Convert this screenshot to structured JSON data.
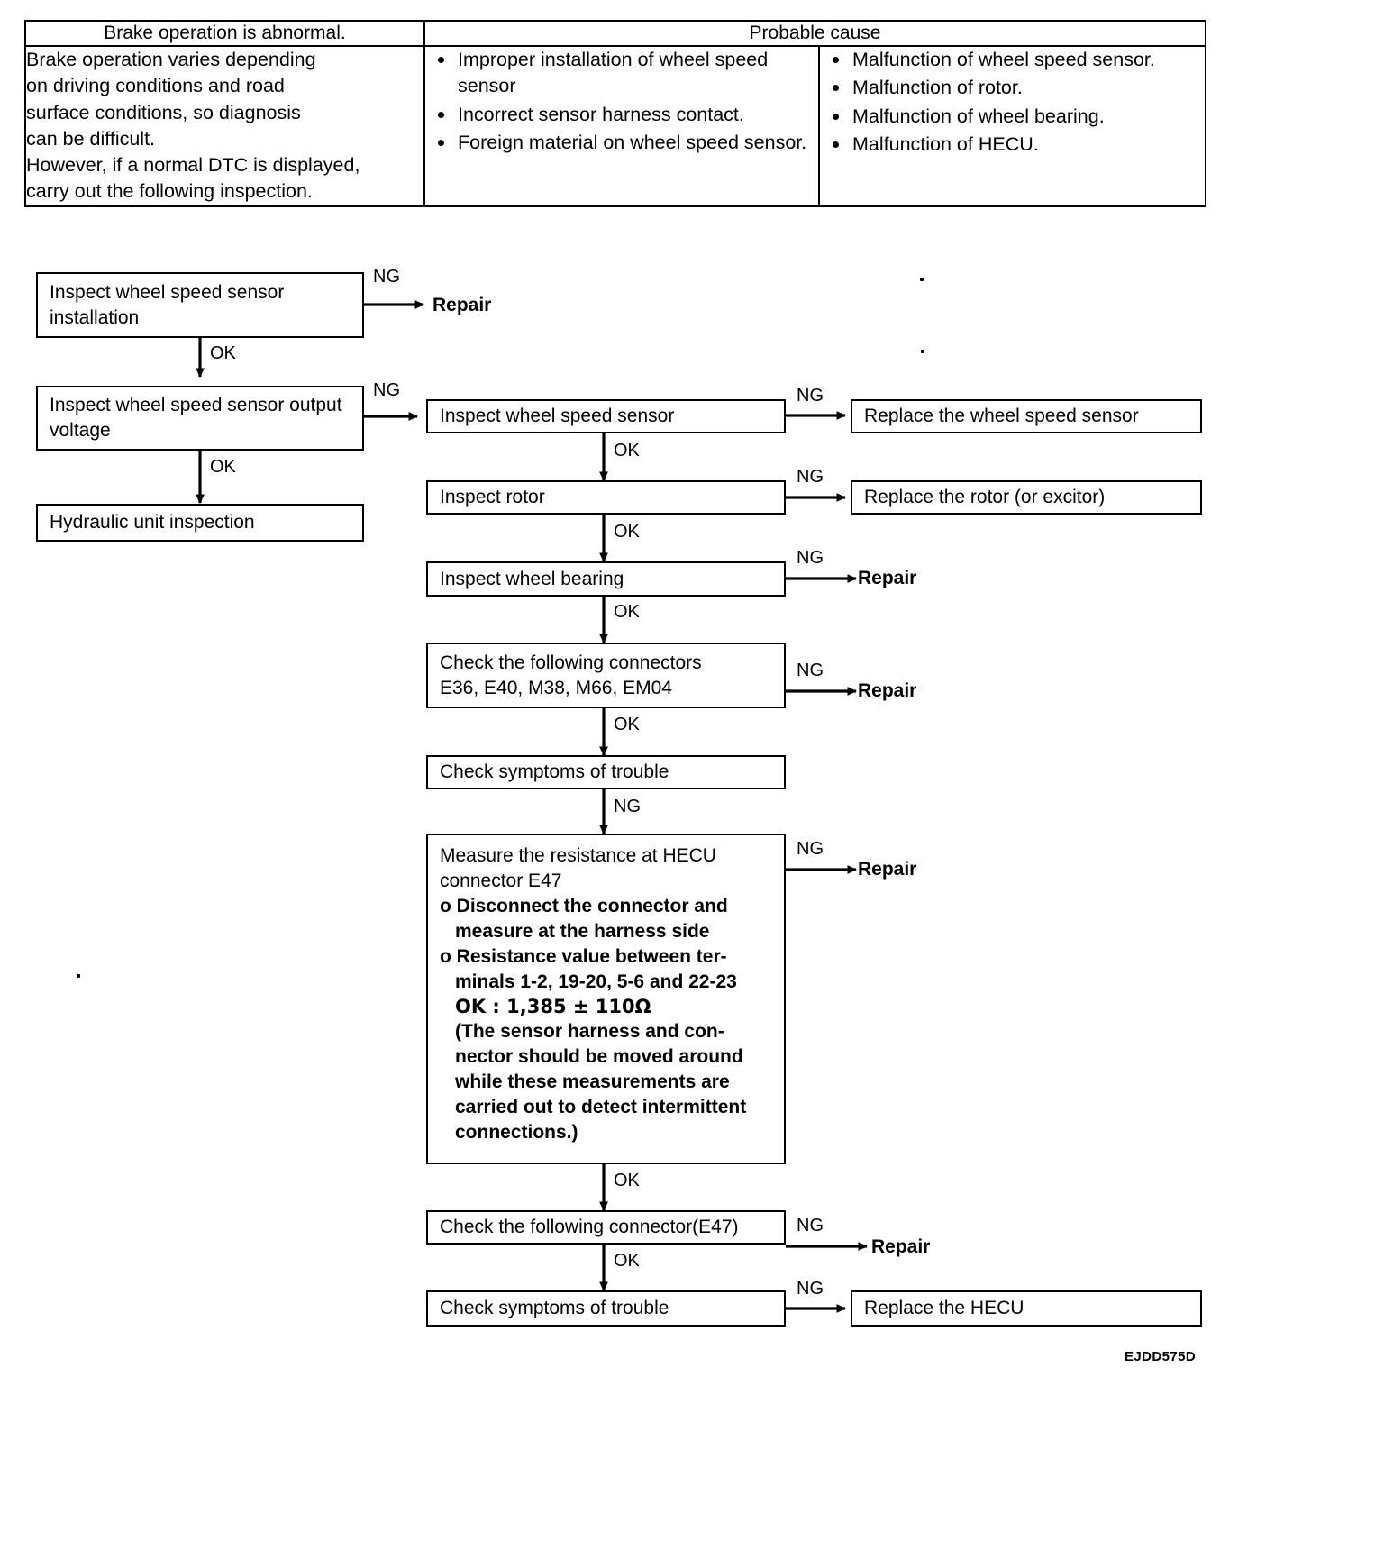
{
  "table": {
    "headers": [
      "Brake operation is abnormal.",
      "Probable cause"
    ],
    "symptom": "Brake operation varies depending on driving conditions and road surface conditions, so diagnosis can be difficult.\nHowever, if a normal DTC is displayed, carry out the following inspection.",
    "symptom_lines": [
      "Brake operation varies depending",
      "on driving conditions and road",
      "surface conditions, so diagnosis",
      "can be difficult.",
      "However, if a normal DTC is displayed,",
      "carry out the following inspection."
    ],
    "causes_col1": [
      "Improper installation of wheel speed sensor",
      "Incorrect sensor harness contact.",
      "Foreign material on wheel speed sensor."
    ],
    "causes_col2": [
      "Malfunction of wheel speed sensor.",
      "Malfunction of rotor.",
      "Malfunction of wheel bearing.",
      "Malfunction of HECU."
    ]
  },
  "flow": {
    "labels": {
      "ok": "OK",
      "ng": "NG",
      "repair": "Repair"
    },
    "nodes": {
      "inspect_installation": "Inspect wheel speed sensor installation",
      "inspect_output_voltage": "Inspect wheel speed sensor output voltage",
      "hydraulic_unit": "Hydraulic unit inspection",
      "inspect_wss": "Inspect wheel speed sensor",
      "replace_wss": "Replace the wheel speed sensor",
      "inspect_rotor": "Inspect rotor",
      "replace_rotor": "Replace the rotor (or excitor)",
      "inspect_bearing": "Inspect wheel bearing",
      "check_connectors_title": "Check the following connectors",
      "check_connectors_list": "E36, E40, M38, M66, EM04",
      "check_symptoms_1": "Check symptoms of trouble",
      "measure_title_l1": "Measure the resistance at HECU",
      "measure_title_l2": "connector E47",
      "measure_b1_l1": "o Disconnect the connector and",
      "measure_b1_l2": "measure at the harness side",
      "measure_b2_l1": "o Resistance value between ter-",
      "measure_b2_l2": "minals 1-2, 19-20, 5-6 and 22-23",
      "measure_ok_spec": "OK : 1,385 ± 110Ω",
      "measure_note_l1": "(The sensor harness and con-",
      "measure_note_l2": "nector should be moved around",
      "measure_note_l3": "while these measurements are",
      "measure_note_l4": "carried out to detect intermittent",
      "measure_note_l5": "connections.)",
      "check_connector_e47": "Check the following connector(E47)",
      "check_symptoms_2": "Check symptoms of trouble",
      "replace_hecu": "Replace the HECU"
    }
  },
  "footer": {
    "doc_code": "EJDD575D"
  }
}
